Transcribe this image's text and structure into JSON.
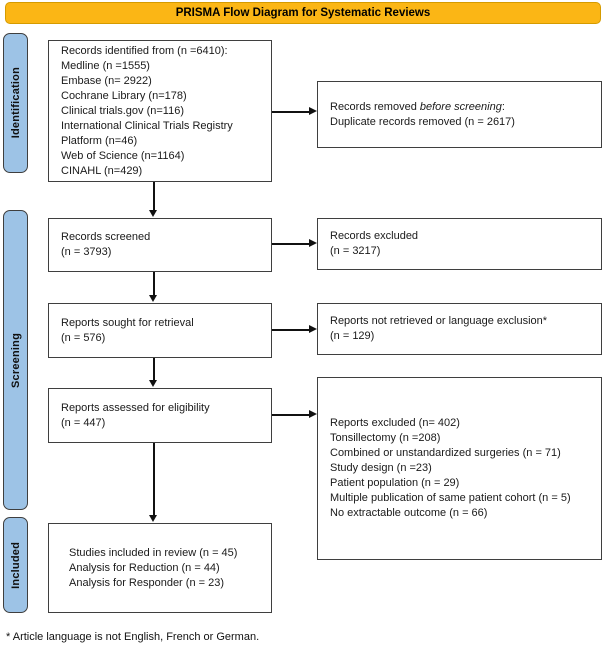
{
  "banner": {
    "title": "PRISMA Flow Diagram for Systematic Reviews"
  },
  "stages": {
    "identification": "Identification",
    "screening": "Screening",
    "included": "Included"
  },
  "boxes": {
    "identified": {
      "lines": [
        "Records identified from (n =6410):",
        "Medline (n =1555)",
        "Embase (n= 2922)",
        "Cochrane Library (n=178)",
        "Clinical trials.gov (n=116)",
        "International Clinical Trials Registry",
        "Platform (n=46)",
        "Web of Science (n=1164)",
        "CINAHL (n=429)"
      ]
    },
    "removed_before_screening": {
      "line1_prefix": "Records removed ",
      "line1_italic": "before screening",
      "line1_suffix": ":",
      "line2": "Duplicate records removed (n = 2617)"
    },
    "screened": {
      "lines": [
        "Records screened",
        "(n = 3793)"
      ]
    },
    "records_excluded": {
      "lines": [
        "Records excluded",
        "(n = 3217)"
      ]
    },
    "sought": {
      "lines": [
        "Reports sought for retrieval",
        "(n = 576)"
      ]
    },
    "not_retrieved": {
      "lines": [
        "Reports not retrieved or language exclusion*",
        "(n = 129)"
      ]
    },
    "assessed": {
      "lines": [
        "Reports assessed for eligibility",
        "(n = 447)"
      ]
    },
    "reports_excluded": {
      "lines": [
        "Reports excluded (n= 402)",
        "Tonsillectomy (n =208)",
        "Combined or unstandardized surgeries (n = 71)",
        "Study design (n =23)",
        "Patient population (n = 29)",
        "Multiple publication of same patient cohort (n = 5)",
        "No extractable outcome (n = 66)"
      ]
    },
    "included_studies": {
      "lines": [
        "Studies included in review (n = 45)",
        "Analysis for Reduction (n = 44)",
        "Analysis for Responder (n = 23)"
      ]
    }
  },
  "footnote": "* Article language is not English, French or German.",
  "colors": {
    "banner_fill": "#FBB615",
    "banner_border": "#D59B00",
    "stage_fill": "#9DC3E6",
    "box_border": "#3F3F3F",
    "text": "#1A1A1A"
  }
}
